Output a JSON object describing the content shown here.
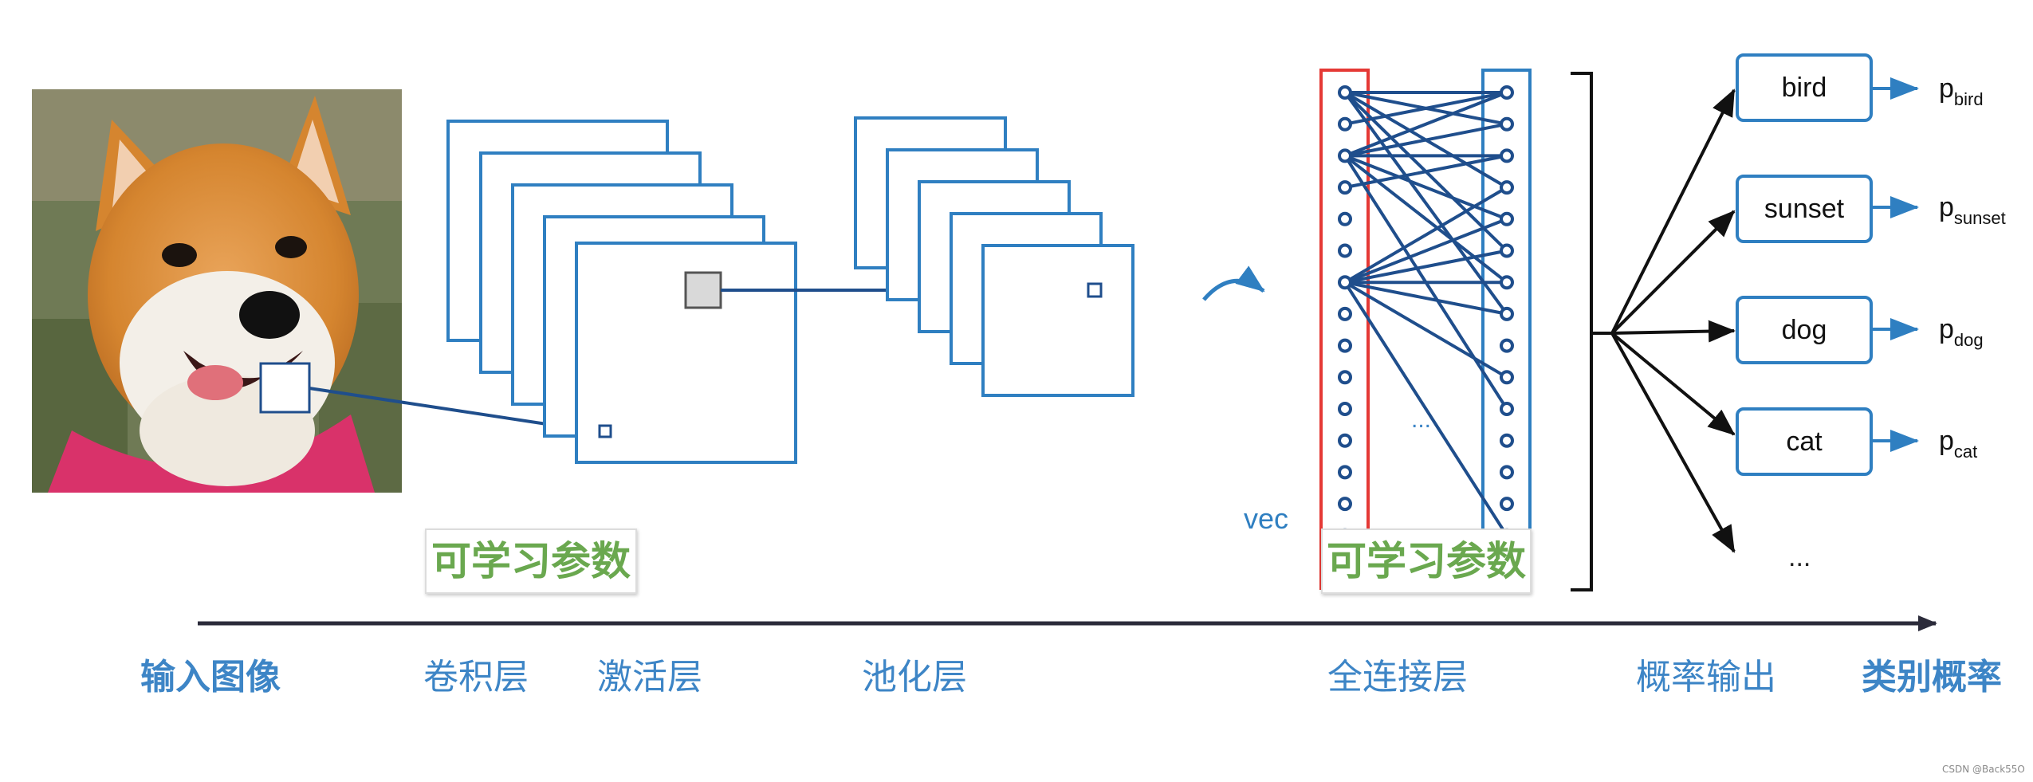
{
  "stage_labels": {
    "input": "输入图像",
    "conv": "卷积层",
    "activation": "激活层",
    "pool": "池化层",
    "fc": "全连接层",
    "prob_output": "概率输出",
    "class_prob": "类别概率"
  },
  "learnable_params_label": "可学习参数",
  "vec_label": "vec",
  "fc_ellipsis": "...",
  "classes": [
    {
      "name": "bird",
      "prob_base": "p",
      "prob_sub": "bird"
    },
    {
      "name": "sunset",
      "prob_base": "p",
      "prob_sub": "sunset"
    },
    {
      "name": "dog",
      "prob_base": "p",
      "prob_sub": "dog"
    },
    {
      "name": "cat",
      "prob_base": "p",
      "prob_sub": "cat"
    }
  ],
  "classes_ellipsis": "...",
  "credit": "CSDN @Back55O",
  "colors": {
    "accent_blue": "#2f7fc1",
    "label_blue": "#3d85c6",
    "connection_blue": "#1f4e8c",
    "highlight_red": "#e53935",
    "param_green": "#6aa84f",
    "axis": "#2b2b3a"
  },
  "icons": [
    "dog-photo-image",
    "arrow-icon",
    "curved-arrow-icon"
  ]
}
